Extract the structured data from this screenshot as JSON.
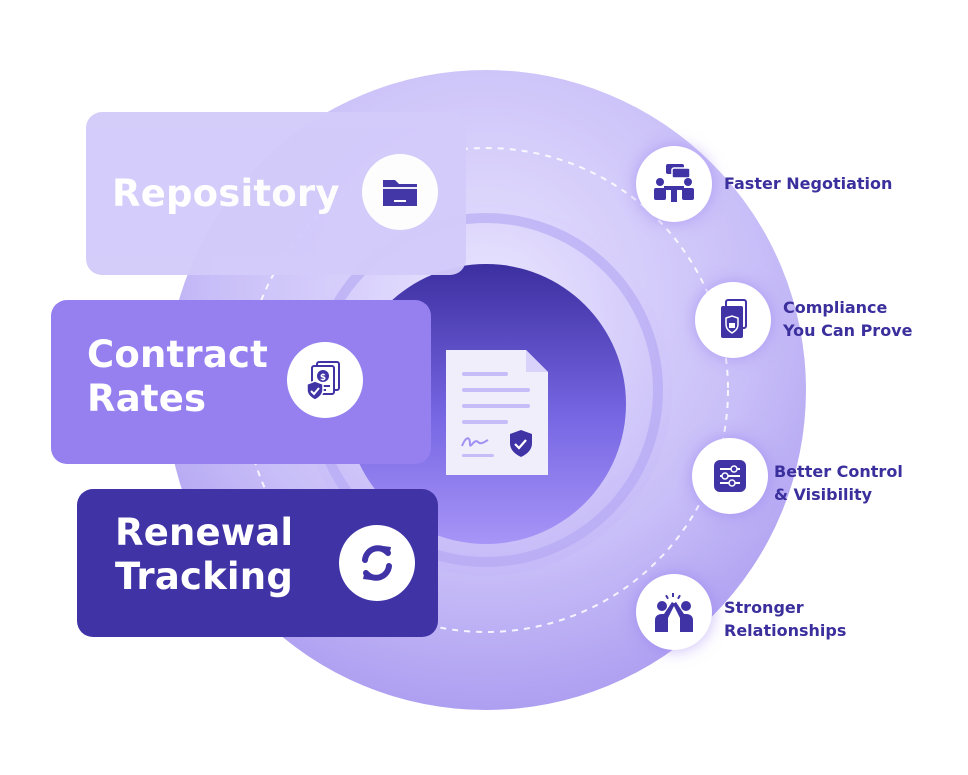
{
  "cards": [
    {
      "id": "repository",
      "label_lines": [
        "Repository"
      ],
      "icon": "folder-icon"
    },
    {
      "id": "contract-rates",
      "label_lines": [
        "Contract",
        "Rates"
      ],
      "icon": "contract-rates-icon"
    },
    {
      "id": "renewal-tracking",
      "label_lines": [
        "Renewal",
        "Tracking"
      ],
      "icon": "refresh-icon"
    }
  ],
  "center_icon": "signed-document-icon",
  "benefits": [
    {
      "lines": [
        "Faster Negotiation"
      ],
      "icon": "negotiation-meeting-icon"
    },
    {
      "lines": [
        "Compliance",
        "You Can Prove"
      ],
      "icon": "compliance-lock-document-icon"
    },
    {
      "lines": [
        "Better Control",
        "& Visibility"
      ],
      "icon": "control-sliders-icon"
    },
    {
      "lines": [
        "Stronger",
        "Relationships"
      ],
      "icon": "high-five-icon"
    }
  ],
  "colors": {
    "dark_indigo": "#3f33a6",
    "medium_purple": "#9680f0",
    "light_lavender": "#d3cbfa",
    "text_indigo": "#3a2f9c"
  }
}
